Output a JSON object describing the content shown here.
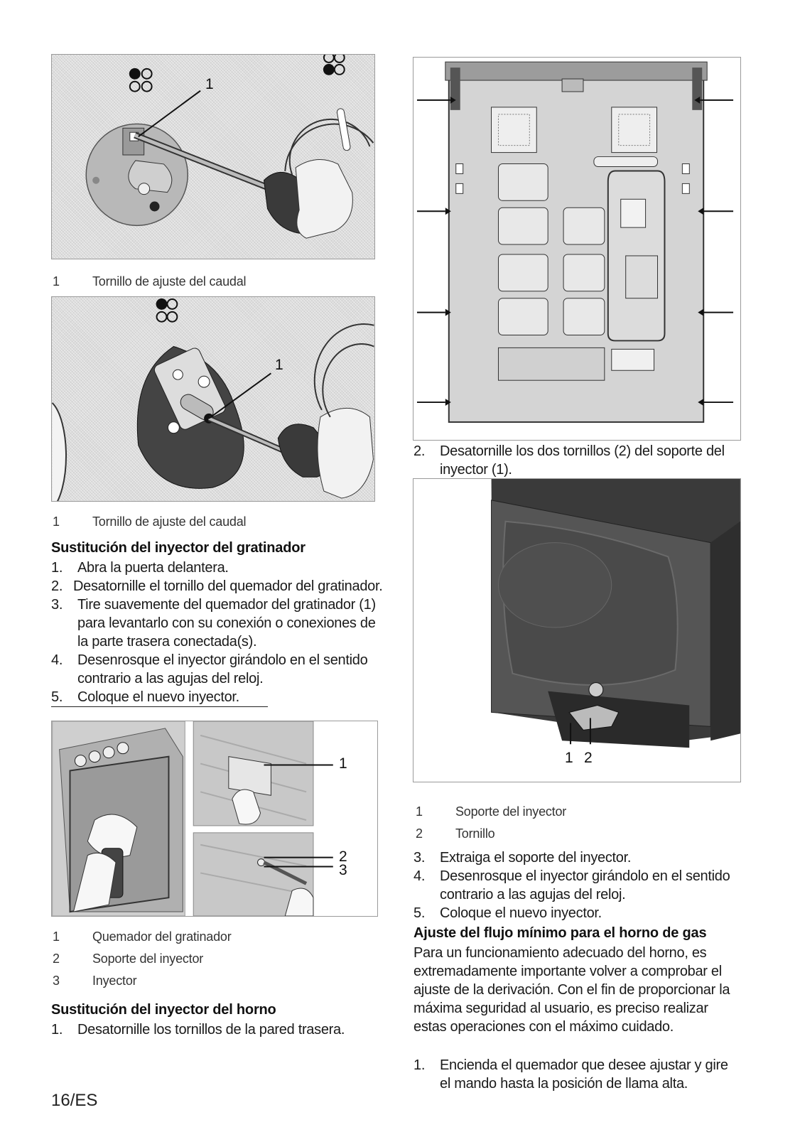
{
  "figures": {
    "fig1": {
      "callouts": [
        "1"
      ]
    },
    "fig2": {
      "callouts": [
        "1"
      ]
    },
    "fig3": {
      "callouts": [
        "1",
        "2",
        "3"
      ]
    },
    "fig5": {
      "callouts": [
        "1",
        "2"
      ]
    }
  },
  "legend_fig1": [
    {
      "num": "1",
      "text": "Tornillo de ajuste del caudal"
    }
  ],
  "legend_fig2": [
    {
      "num": "1",
      "text": "Tornillo de ajuste del caudal"
    }
  ],
  "section_grill": {
    "heading": "Sustitución del inyector del gratinador",
    "steps": [
      {
        "num": "1.",
        "text": "Abra la puerta delantera."
      },
      {
        "num": "2.",
        "text": "Desatornille el tornillo del quemador del gratinador."
      },
      {
        "num": "3.",
        "text": "Tire suavemente del quemador del gratinador (1) para levantarlo con su conexión o conexiones de la parte trasera conectada(s)."
      },
      {
        "num": "4.",
        "text": "Desenrosque el inyector girándolo en el sentido contrario a las agujas del reloj."
      },
      {
        "num": "5.",
        "text": "Coloque el nuevo inyector."
      }
    ]
  },
  "legend_fig3": [
    {
      "num": "1",
      "text": "Quemador del gratinador"
    },
    {
      "num": "2",
      "text": "Soporte del inyector"
    },
    {
      "num": "3",
      "text": "Inyector"
    }
  ],
  "section_oven": {
    "heading": "Sustitución del inyector del horno",
    "steps": [
      {
        "num": "1.",
        "text": "Desatornille los tornillos de la pared trasera."
      }
    ]
  },
  "right_step2": {
    "num": "2.",
    "text": "Desatornille los dos tornillos (2) del soporte del inyector (1)."
  },
  "legend_fig5": [
    {
      "num": "1",
      "text": "Soporte del inyector"
    },
    {
      "num": "2",
      "text": "Tornillo"
    }
  ],
  "right_steps": [
    {
      "num": "3.",
      "text": "Extraiga el soporte del inyector."
    },
    {
      "num": "4.",
      "text": "Desenrosque el inyector girándolo en el sentido contrario a las agujas del reloj."
    },
    {
      "num": "5.",
      "text": "Coloque el nuevo inyector."
    }
  ],
  "section_minflow": {
    "heading": "Ajuste del flujo mínimo para el horno de gas",
    "paragraph": "Para un funcionamiento adecuado del horno, es extremadamente importante volver a comprobar el ajuste de la derivación. Con el fin de proporcionar la máxima seguridad al usuario, es preciso realizar estas operaciones con el máximo cuidado.",
    "steps": [
      {
        "num": "1.",
        "text": "Encienda el quemador que desee ajustar y gire el mando hasta la posición de llama alta."
      }
    ]
  },
  "page_number": "16/ES"
}
